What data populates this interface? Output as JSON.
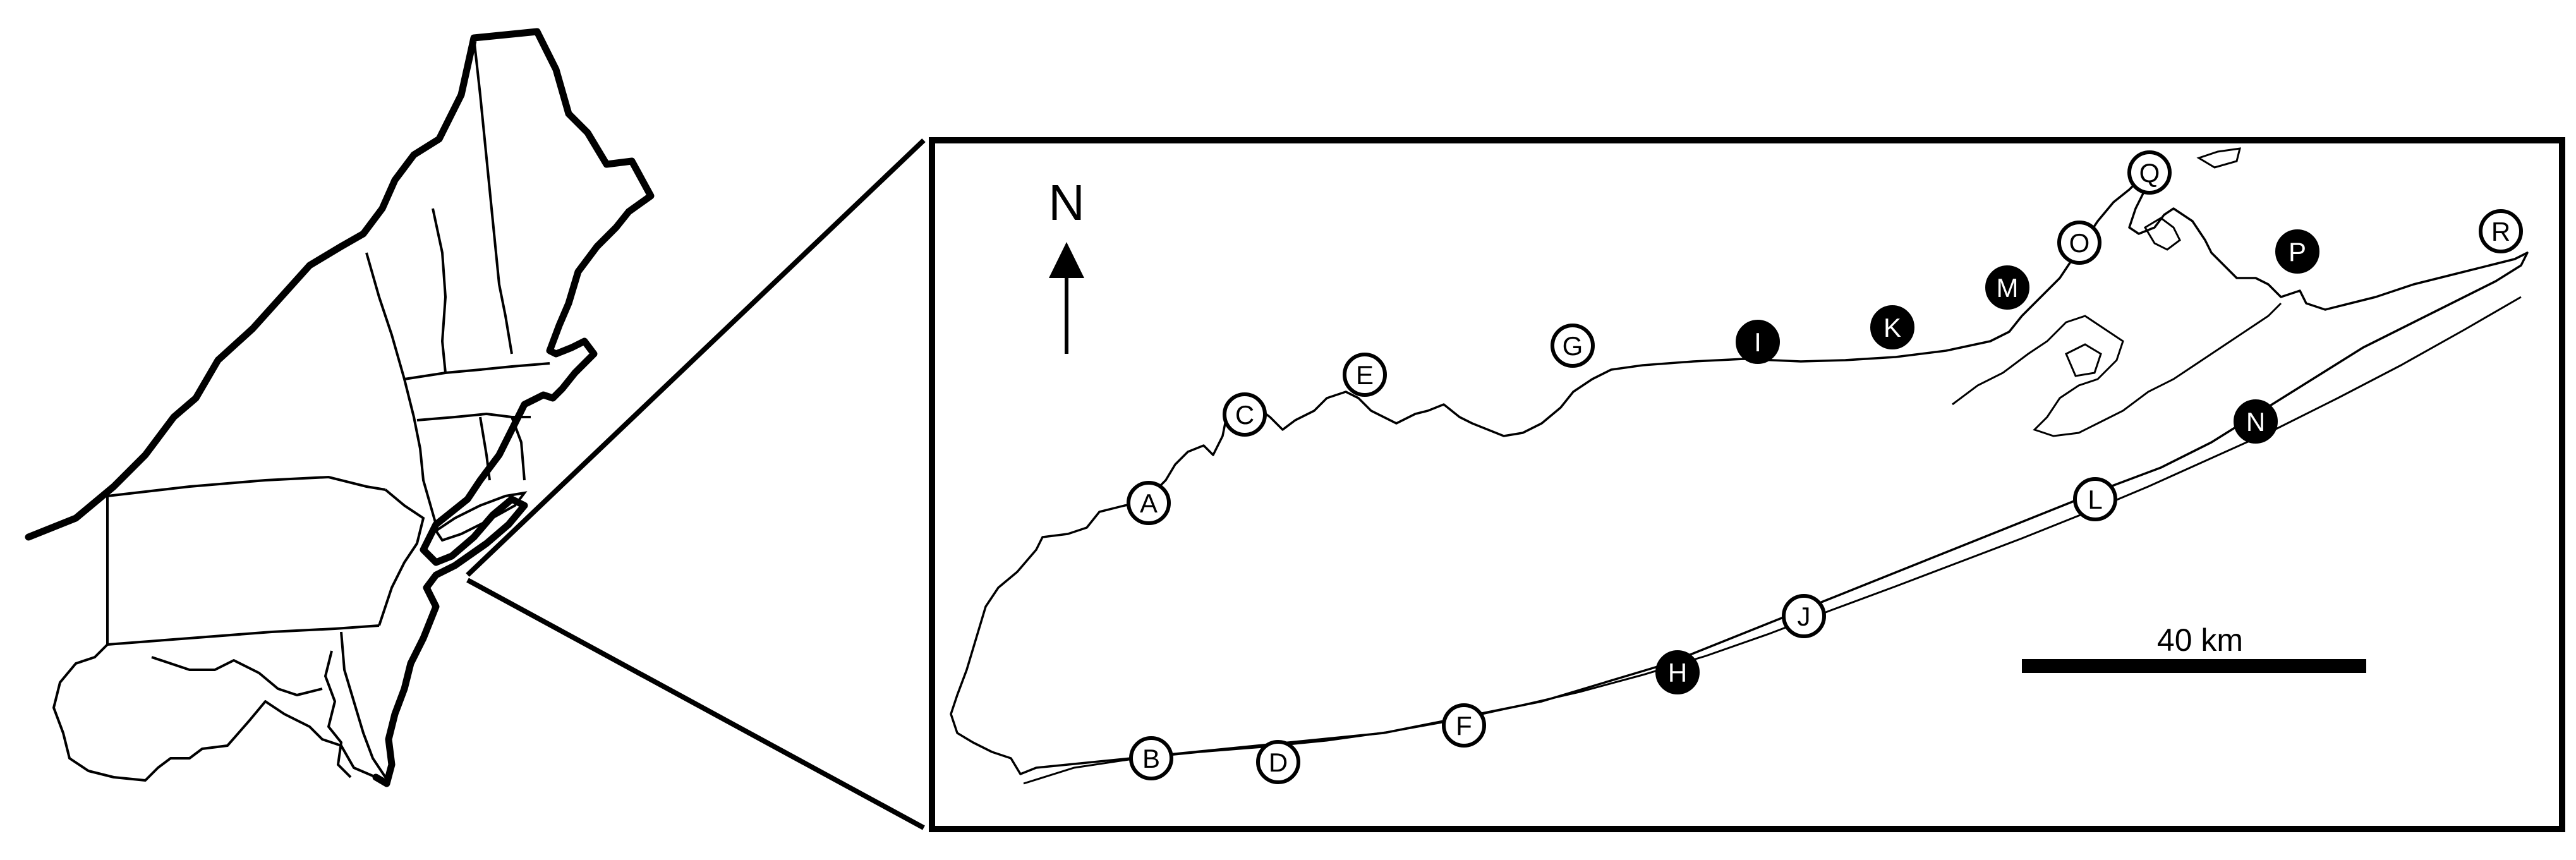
{
  "figure": {
    "north_label": "N",
    "scale_label": "40 km",
    "colors": {
      "line": "#000000",
      "background": "#ffffff",
      "site_open_fill": "#ffffff",
      "site_filled_fill": "#000000"
    }
  },
  "sites": [
    {
      "label": "A",
      "style": "open"
    },
    {
      "label": "B",
      "style": "open"
    },
    {
      "label": "C",
      "style": "open"
    },
    {
      "label": "D",
      "style": "open"
    },
    {
      "label": "E",
      "style": "open"
    },
    {
      "label": "F",
      "style": "open"
    },
    {
      "label": "G",
      "style": "open"
    },
    {
      "label": "H",
      "style": "filled"
    },
    {
      "label": "I",
      "style": "filled"
    },
    {
      "label": "J",
      "style": "open"
    },
    {
      "label": "K",
      "style": "filled"
    },
    {
      "label": "L",
      "style": "open"
    },
    {
      "label": "M",
      "style": "filled"
    },
    {
      "label": "N",
      "style": "filled"
    },
    {
      "label": "O",
      "style": "open"
    },
    {
      "label": "P",
      "style": "filled"
    },
    {
      "label": "Q",
      "style": "open"
    },
    {
      "label": "R",
      "style": "open"
    }
  ]
}
